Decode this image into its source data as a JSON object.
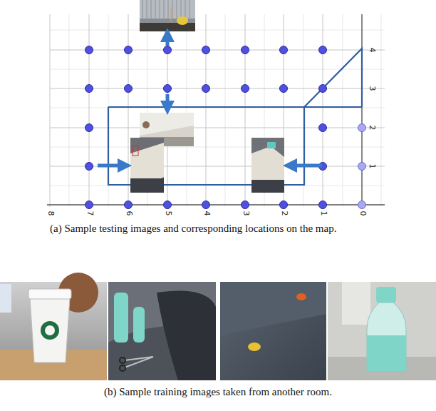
{
  "diagram": {
    "labels": [
      "8",
      "7",
      "6",
      "5",
      "4",
      "3",
      "2",
      "1",
      "0",
      "4",
      "3",
      "2",
      "1",
      "(a) Sample testing images and corresponding locations on the map.",
      "(b) Sample training images taken from another room."
    ]
  }
}
